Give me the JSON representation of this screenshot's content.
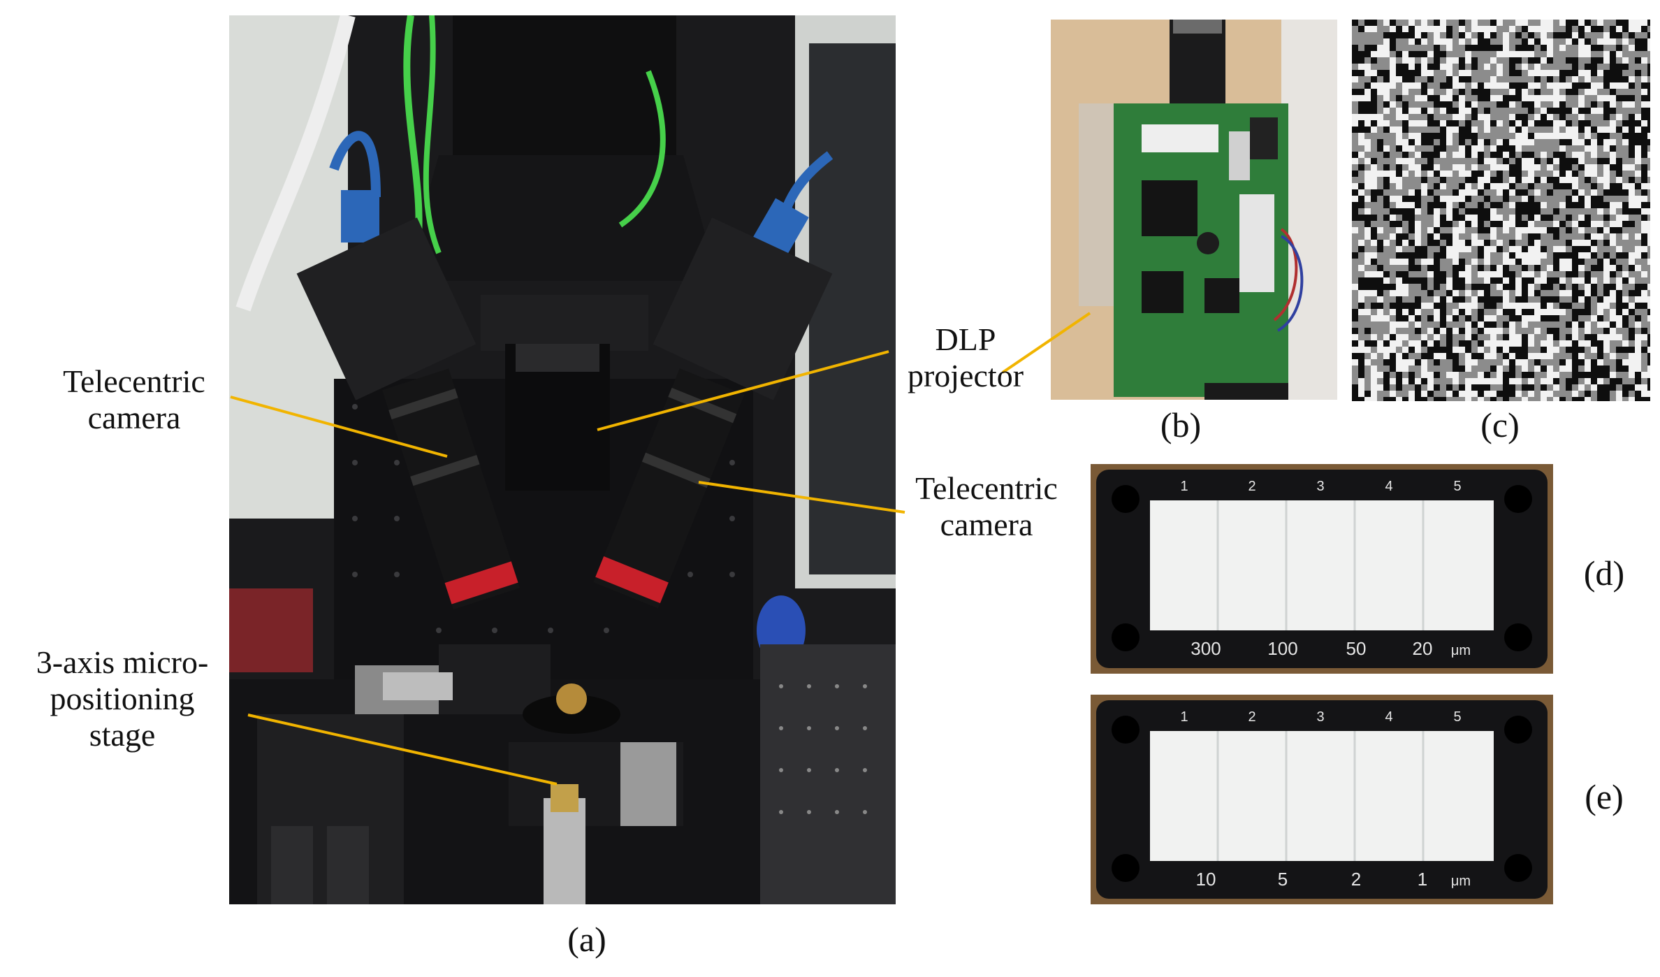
{
  "labels": {
    "telecentric_camera_left": [
      "Telecentric",
      "camera"
    ],
    "telecentric_camera_right": [
      "Telecentric",
      "camera"
    ],
    "dlp_projector": [
      "DLP",
      "projector"
    ],
    "stage": [
      "3-axis micro-",
      "positioning",
      "stage"
    ]
  },
  "panels": {
    "a": "(a)",
    "b": "(b)",
    "c": "(c)",
    "d": "(d)",
    "e": "(e)"
  },
  "tray_d": {
    "top_numbers": [
      "1",
      "2",
      "3",
      "4",
      "5"
    ],
    "bottom_numbers": [
      "300",
      "100",
      "50",
      "20"
    ],
    "unit": "μm"
  },
  "tray_e": {
    "top_numbers": [
      "1",
      "2",
      "3",
      "4",
      "5"
    ],
    "bottom_numbers": [
      "10",
      "5",
      "2",
      "1"
    ],
    "unit": "μm"
  },
  "colors": {
    "callout_line": "#f1b400",
    "lens_ring": "#c8202a",
    "pcb_green": "#2f7d3a",
    "cable_blue": "#2c67b8",
    "cable_green": "#46d04a"
  }
}
